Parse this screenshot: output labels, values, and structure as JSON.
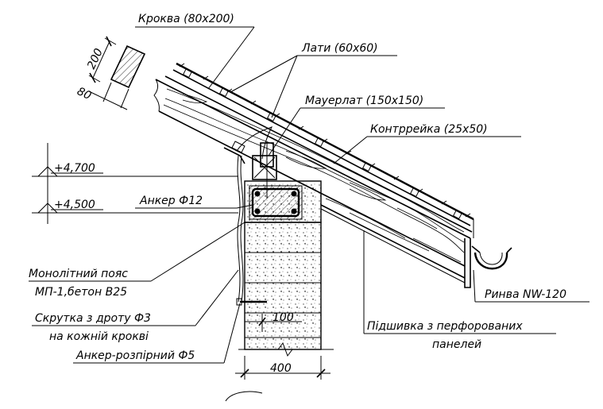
{
  "labels": {
    "rafter": "Кроква (80x200)",
    "battens": "Лати (60x60)",
    "wallplate": "Мауерлат (150x150)",
    "counterbatten": "Контррейка (25x50)",
    "anchor": "Анкер Ф12",
    "belt_line1": "Монолітний пояс",
    "belt_line2": "МП-1,бетон В25",
    "twist_line1": "Скрутка з дроту Ф3",
    "twist_line2": "на кожній крокві",
    "expansion_anchor": "Анкер-розпірний Ф5",
    "gutter": "Ринва NW-120",
    "soffit_line1": "Підшивка з перфорованих",
    "soffit_line2": "панелей"
  },
  "dimensions": {
    "rafter_height": "200",
    "rafter_width": "80",
    "level_top": "+4,700",
    "level_bottom": "+4,500",
    "offset": "100",
    "wall_width": "400"
  }
}
